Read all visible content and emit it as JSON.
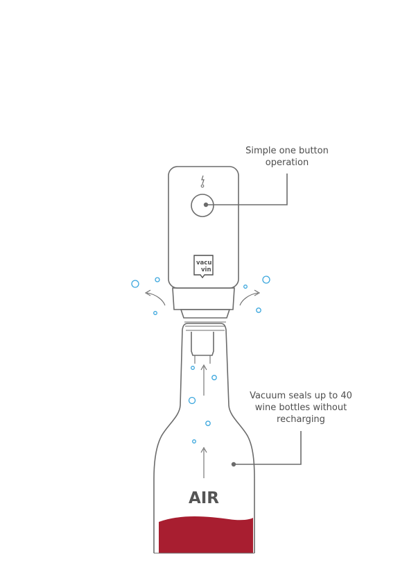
{
  "callouts": {
    "button": {
      "lines": [
        "Simple one button",
        "operation"
      ]
    },
    "vacuum": {
      "lines": [
        "Vacuum seals up to 40",
        "wine bottles without",
        "recharging"
      ]
    }
  },
  "logo": {
    "line1": "vacu",
    "line2": "vin"
  },
  "bottle_label": "AIR",
  "icons": {
    "power": "lightning-bolt-icon",
    "indicator": "led-indicator-icon"
  },
  "colors": {
    "wine": "#a81e30",
    "bubble": "#3aa6dd",
    "outline": "#6b6b6b",
    "text": "#4d4d4d"
  }
}
